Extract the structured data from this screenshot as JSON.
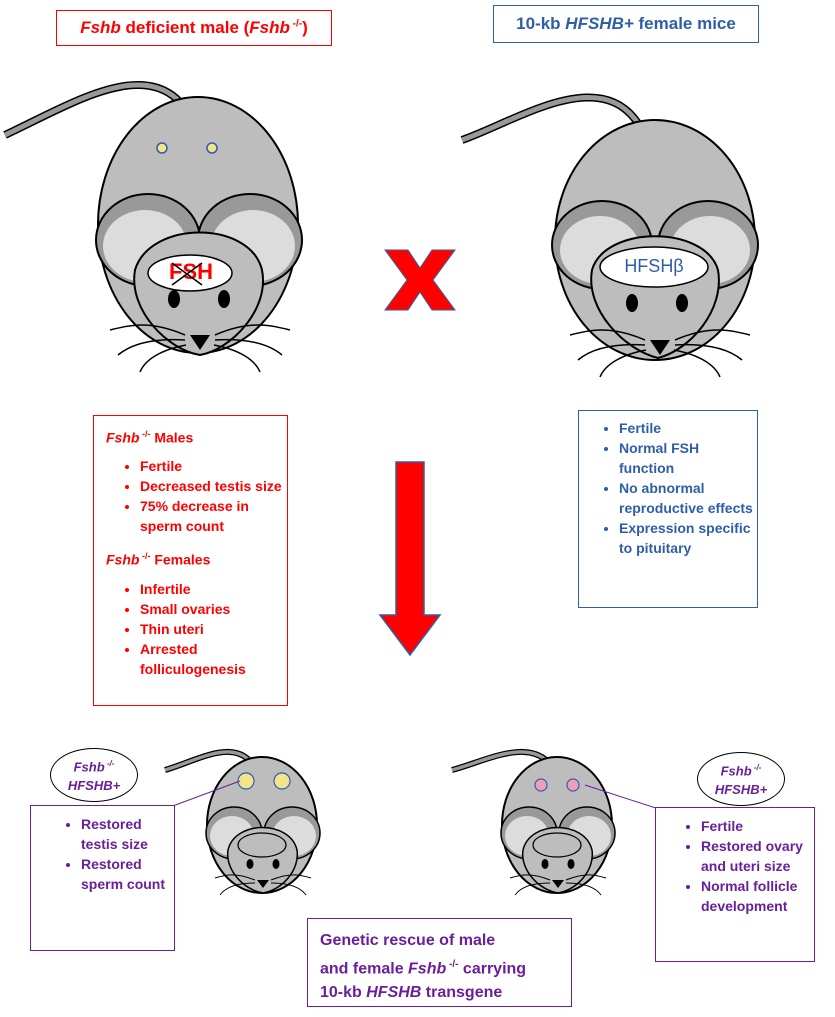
{
  "top_left_title": {
    "pre": "Fshb",
    "mid": " deficient male (",
    "gene": "Fshb",
    "sup": " -/-",
    "post": ")"
  },
  "top_right_title": {
    "pre": "10-kb ",
    "gene": "HFSHB+",
    "post": " female mice"
  },
  "left_mouse_label": "FSH",
  "right_mouse_label": "HFSHβ",
  "males_box": {
    "males_heading": {
      "gene": "Fshb",
      "sup": " -/-",
      "text": " Males"
    },
    "males_items": [
      "Fertile",
      "Decreased testis size",
      "75% decrease in sperm count"
    ],
    "females_heading": {
      "gene": "Fshb",
      "sup": " -/-",
      "text": " Females"
    },
    "females_items": [
      "Infertile",
      "Small ovaries",
      "Thin uteri",
      "Arrested folliculogenesis"
    ]
  },
  "right_box_items": [
    "Fertile",
    "Normal FSH function",
    "No abnormal reproductive effects",
    "Expression specific to pituitary"
  ],
  "bottom_left_ellipse": {
    "line1": "Fshb",
    "sup": " -/-",
    "line2": "HFSHB+"
  },
  "bottom_right_ellipse": {
    "line1": "Fshb",
    "sup": " -/-",
    "line2": "HFSHB+"
  },
  "bottom_left_items": [
    "Restored testis size",
    "Restored sperm count"
  ],
  "bottom_right_items": [
    "Fertile",
    "Restored ovary and uteri size",
    "Normal follicle development"
  ],
  "rescue_box": {
    "line1": "Genetic rescue of male",
    "line2_pre": "and female ",
    "line2_gene": "Fshb",
    "line2_sup": " -/-",
    "line2_post": " carrying",
    "line3_pre": "10-kb ",
    "line3_gene": "HFSHB",
    "line3_post": " transgene"
  },
  "colors": {
    "red": "#ff0000",
    "blue": "#2f5ea8",
    "purple": "#6a1f9a",
    "mouse_gray": "#bdbdbd",
    "mouse_dark": "#7a7a7a",
    "mouse_ear_inner": "#dcdcdc",
    "testis_yellow": "#f5e58a",
    "ovary_pink": "#f0a0b8"
  }
}
